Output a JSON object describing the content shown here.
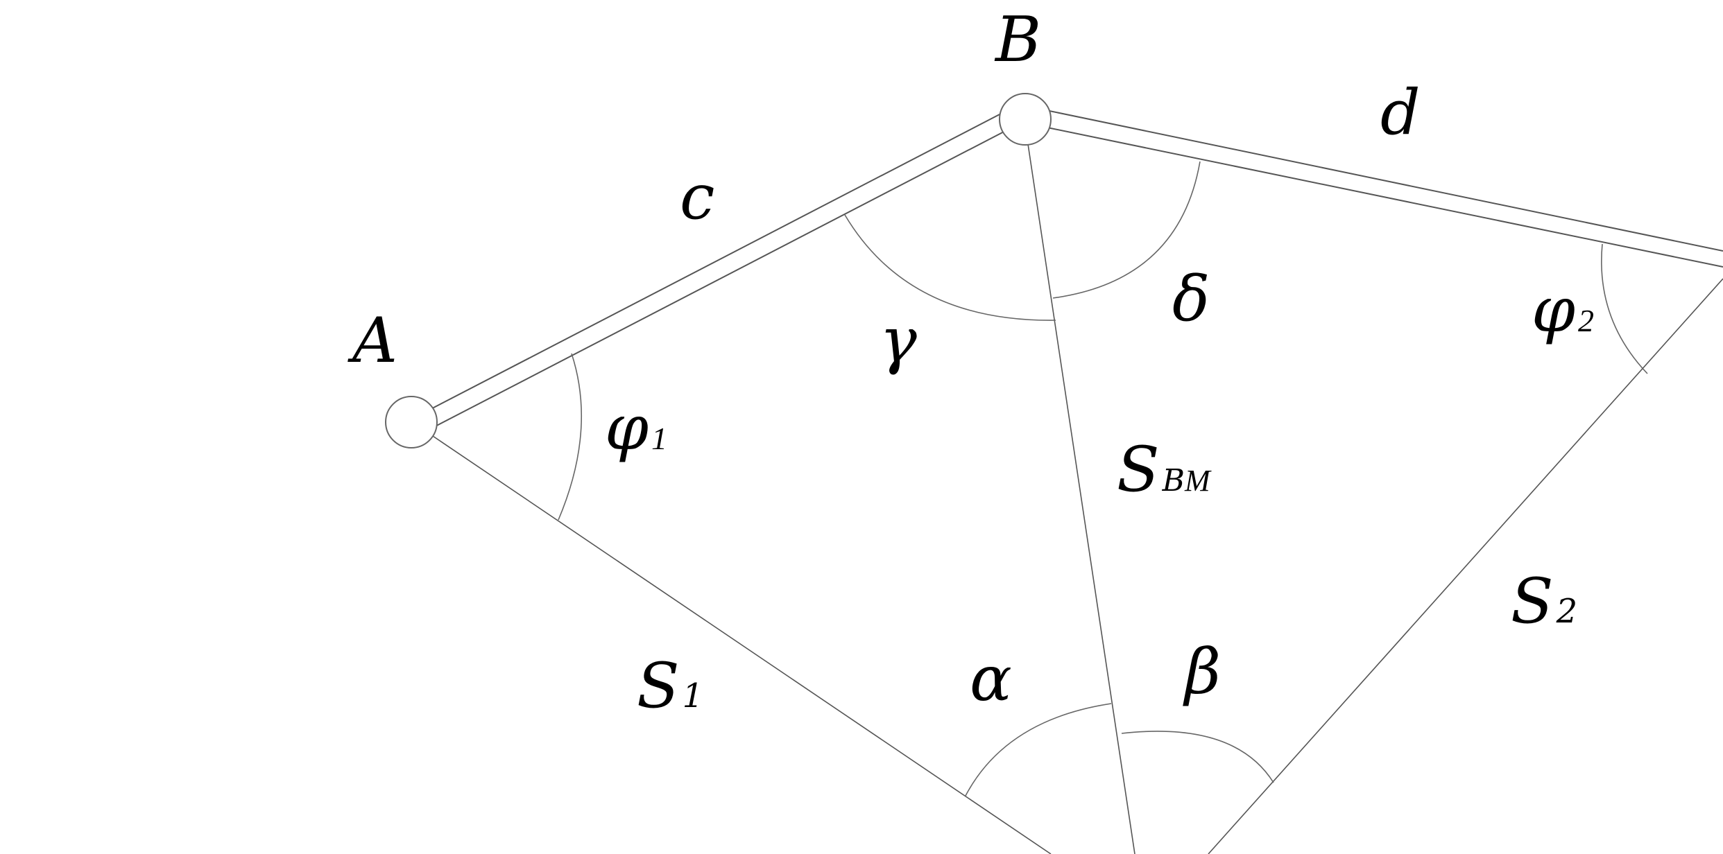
{
  "diagram": {
    "points": {
      "A": "A",
      "B": "B"
    },
    "edges": {
      "c": "c",
      "d": "d",
      "s1_main": "S",
      "s1_sub": "1",
      "s2_main": "S",
      "s2_sub": "2",
      "sbm_main": "S",
      "sbm_sub1": "B",
      "sbm_sub2": "M"
    },
    "angles": {
      "alpha": "α",
      "beta": "β",
      "gamma": "γ",
      "delta": "δ",
      "phi1_main": "φ",
      "phi1_sub": "1",
      "phi2_main": "φ",
      "phi2_sub": "2"
    },
    "colors": {
      "stroke": "#555555",
      "text": "#000000",
      "background": "#ffffff"
    }
  }
}
